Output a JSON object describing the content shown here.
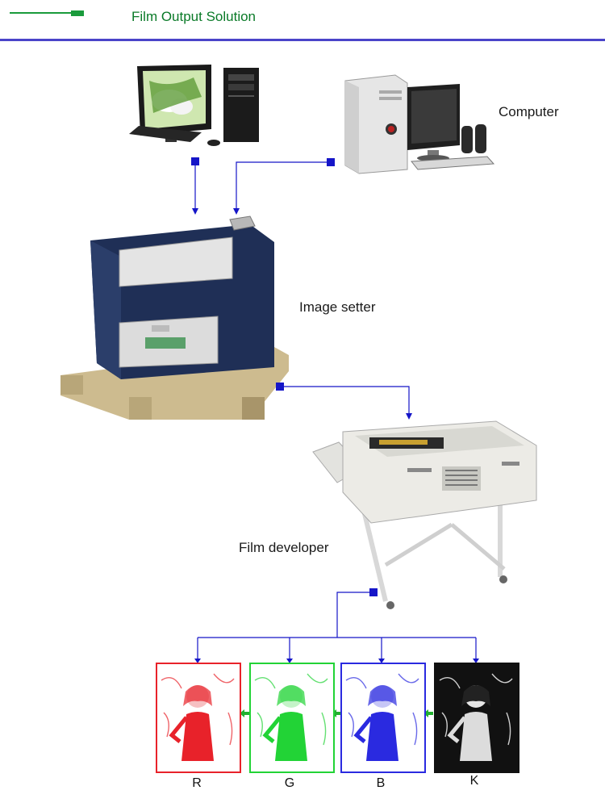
{
  "header": {
    "title": "Film Output Solution"
  },
  "labels": {
    "computer": "Computer",
    "image_setter": "Image setter",
    "film_developer": "Film developer"
  },
  "films": [
    {
      "label": "R",
      "color": "#e8222a"
    },
    {
      "label": "G",
      "color": "#22d336"
    },
    {
      "label": "B",
      "color": "#2a2ae0"
    },
    {
      "label": "K",
      "color": "#111111"
    }
  ],
  "colors": {
    "accent_green": "#1a9b3c",
    "rule_blue": "#4a44c9",
    "connector_blue": "#1515c8",
    "arrow_green": "#22b030"
  }
}
